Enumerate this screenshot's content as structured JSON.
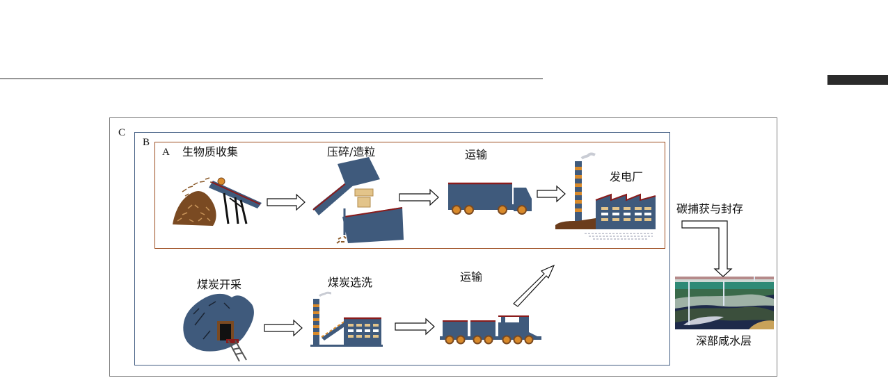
{
  "diagram": {
    "panels": {
      "c": "C",
      "b": "B",
      "a": "A"
    },
    "steps": {
      "biomass_collection": "生物质收集",
      "crushing": "压碎/造粒",
      "transport_top": "运输",
      "power_plant": "发电厂",
      "coal_mining": "煤炭开采",
      "coal_washing": "煤炭选洗",
      "transport_bottom": "运输",
      "ccs": "碳捕获与封存",
      "aquifer": "深部咸水层"
    }
  },
  "colors": {
    "frame_c": "#7a7a7a",
    "frame_b": "#3e5a80",
    "frame_a": "#9b4a1c",
    "machine_blue": "#3f5a7c",
    "dark_red": "#8a1b1b",
    "brown": "#7a4a22",
    "orange": "#d98a2a"
  }
}
